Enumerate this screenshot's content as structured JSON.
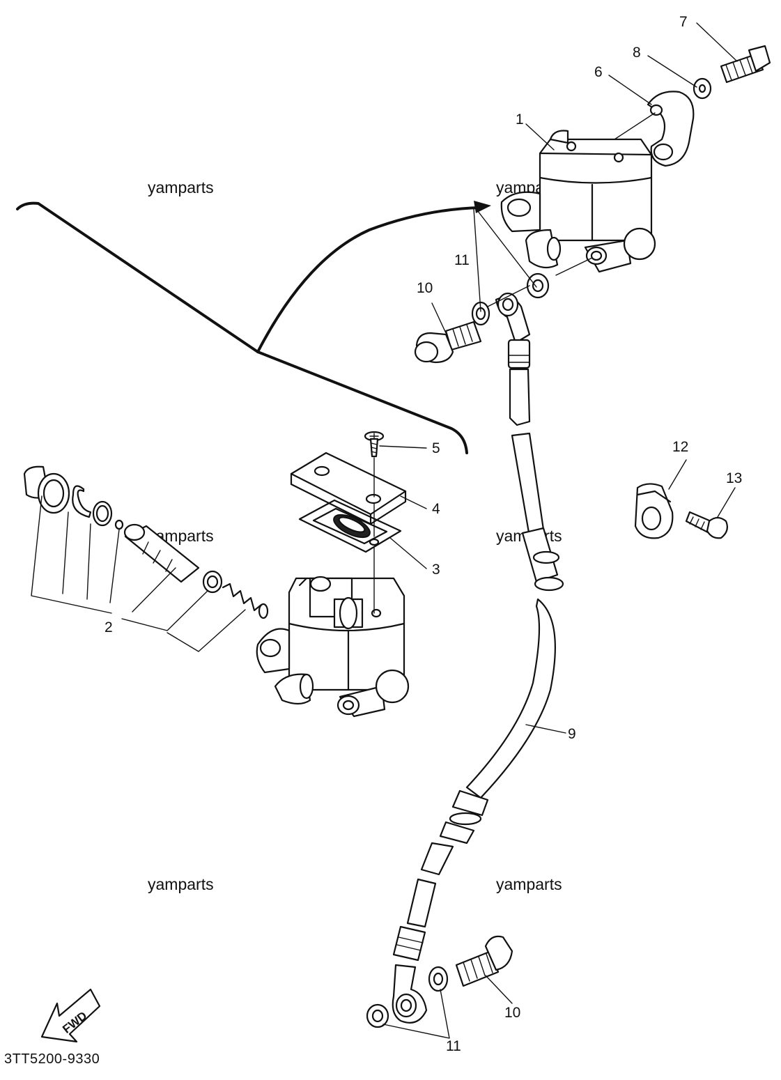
{
  "diagram_code": "3TT5200-9330",
  "watermark": "yamparts",
  "fwd_label": "FWD",
  "callouts": {
    "c1": "1",
    "c2": "2",
    "c3": "3",
    "c4": "4",
    "c5": "5",
    "c6": "6",
    "c7": "7",
    "c8": "8",
    "c9": "9",
    "c10_top": "10",
    "c10_bottom": "10",
    "c11_top": "11",
    "c11_bottom": "11",
    "c12": "12",
    "c13": "13"
  }
}
